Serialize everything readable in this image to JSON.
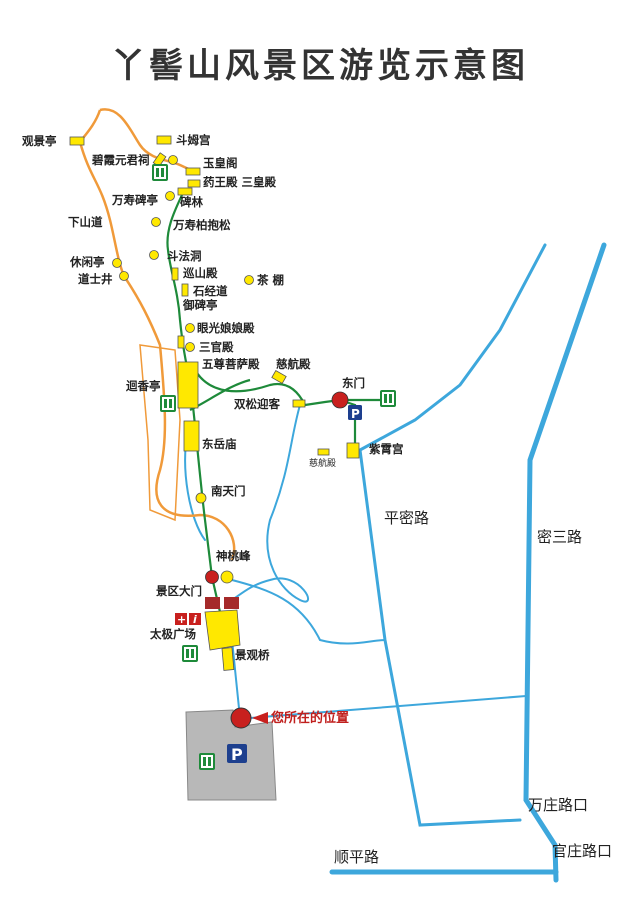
{
  "title": "丫髻山风景区游览示意图",
  "labels": {
    "guanjingting": "观景亭",
    "doumugong": "斗姆宫",
    "bixia": "碧霞元君祠",
    "yuhuangge": "玉皇阁",
    "yaowang": "药王殿 三皇殿",
    "beilin": "碑林",
    "wanshoubeiting": "万寿碑亭",
    "wanshoubai": "万寿柏抱松",
    "xiashandao": "下山道",
    "doufadong": "斗法洞",
    "xiuxianting": "休闲亭",
    "daoshijing": "道士井",
    "xunshandian": "巡山殿",
    "shijingdao": "石经道",
    "chapeng": "茶 棚",
    "yubeiting": "御碑亭",
    "yanguang": "眼光娘娘殿",
    "sanguandian": "三官殿",
    "wuzun": "五尊菩萨殿",
    "cihang1": "慈航殿",
    "huixiangting": "迴香亭",
    "shuangsong": "双松迎客",
    "dongmen": "东门",
    "dongyuemiao": "东岳庙",
    "cihang2": "慈航殿",
    "zixiaogong": "紫霄宫",
    "nantianmen": "南天门",
    "shentaofeng": "神桃峰",
    "jingqudamen": "景区大门",
    "taijiguangchang": "太极广场",
    "jingguanqiao": "景观桥",
    "current_location": "您所在的位置"
  },
  "roads": {
    "pingmi": "平密路",
    "misan": "密三路",
    "wanzhuang": "万庄路口",
    "guanzhuang": "官庄路口",
    "shunping": "顺平路"
  },
  "icons": {
    "parking": "P",
    "info": "i",
    "first_aid": "+"
  },
  "colors": {
    "road_blue": "#3da7dc",
    "trail_green": "#1e8a3a",
    "trail_orange": "#f09a3a",
    "site_yellow": "#ffe800",
    "marker_red": "#c8201e",
    "parking_grey": "#b8b8b8"
  }
}
